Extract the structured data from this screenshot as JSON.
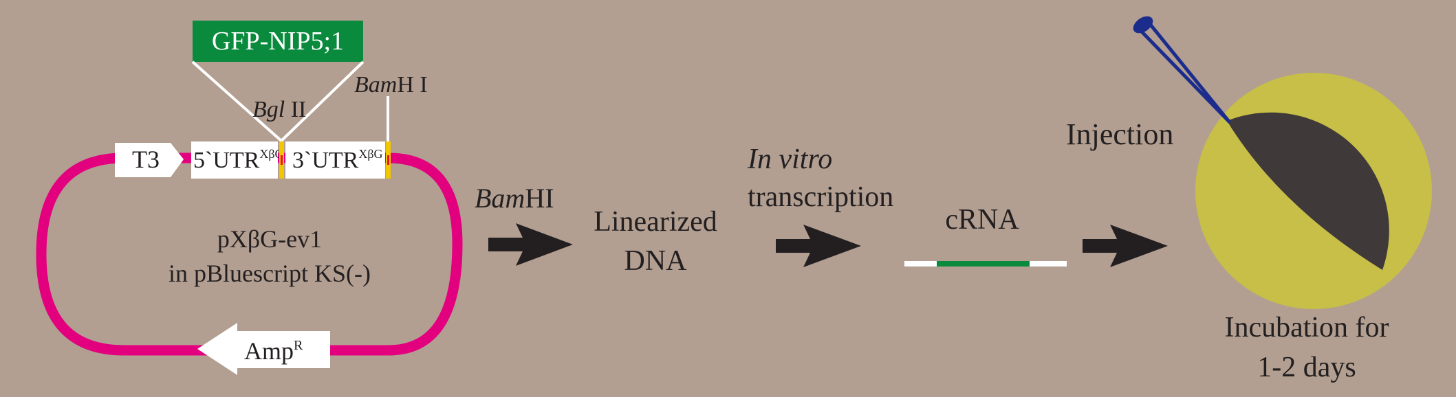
{
  "colors": {
    "background": "#b29f91",
    "plasmid": "#e3007e",
    "insert_box": "#0a8a3c",
    "text": "#231f20",
    "white": "#ffffff",
    "marker_yellow": "#f2c600",
    "marker_red": "#e8131b",
    "egg_dark": "#3f3a39",
    "egg_yolk": "#c8bf48",
    "needle": "#1b2c8c",
    "arrow": "#231f20"
  },
  "plasmid": {
    "insert_label": "GFP-NIP5;1",
    "bgl_site": {
      "italic": "Bgl",
      "roman": " II"
    },
    "bam_site": {
      "italic": "Bam",
      "roman": "H I"
    },
    "promoter": "T3",
    "utr5": {
      "main": "5`UTR",
      "sup": "XβG"
    },
    "utr3": {
      "main": "3`UTR",
      "sup": "XβG"
    },
    "vector_name_line1": "pXβG-ev1",
    "vector_name_line2": "in pBluescript KS(-)",
    "resistance": {
      "main": "Amp",
      "sup": "R"
    }
  },
  "steps": {
    "digest_enzyme": {
      "italic": "Bam",
      "roman": "HI"
    },
    "linearized_line1": "Linearized",
    "linearized_line2": "DNA",
    "transcription_line1": "In vitro",
    "transcription_line2": "transcription",
    "crna_label": "cRNA",
    "injection_label": "Injection",
    "incubation_line1": "Incubation for",
    "incubation_line2": "1-2 days"
  }
}
